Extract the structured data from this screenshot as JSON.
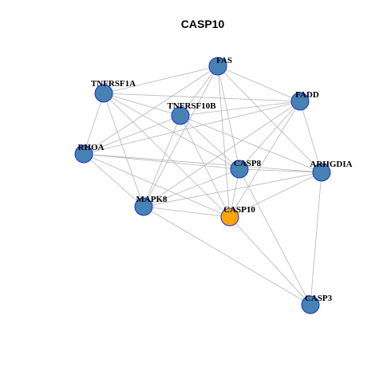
{
  "title": "CASP10",
  "colors": {
    "node_default": "#4682b4",
    "node_focus": "#ffa500",
    "node_border": "#1c2fd1",
    "edge": "#b4b4b4"
  },
  "network": {
    "focus": "CASP10",
    "nodes": [
      "FAS",
      "TNFRSF1A",
      "FADD",
      "TNFRSF10B",
      "RHOA",
      "CASP8",
      "ARHGDIA",
      "MAPK8",
      "CASP10",
      "CASP3"
    ],
    "edges": [
      [
        "FAS",
        "TNFRSF1A"
      ],
      [
        "FAS",
        "FADD"
      ],
      [
        "FAS",
        "TNFRSF10B"
      ],
      [
        "FAS",
        "RHOA"
      ],
      [
        "FAS",
        "CASP8"
      ],
      [
        "FAS",
        "ARHGDIA"
      ],
      [
        "FAS",
        "MAPK8"
      ],
      [
        "FAS",
        "CASP10"
      ],
      [
        "TNFRSF1A",
        "FADD"
      ],
      [
        "TNFRSF1A",
        "TNFRSF10B"
      ],
      [
        "TNFRSF1A",
        "RHOA"
      ],
      [
        "TNFRSF1A",
        "CASP8"
      ],
      [
        "TNFRSF1A",
        "MAPK8"
      ],
      [
        "TNFRSF1A",
        "CASP10"
      ],
      [
        "FADD",
        "TNFRSF10B"
      ],
      [
        "FADD",
        "RHOA"
      ],
      [
        "FADD",
        "CASP8"
      ],
      [
        "FADD",
        "ARHGDIA"
      ],
      [
        "FADD",
        "MAPK8"
      ],
      [
        "FADD",
        "CASP10"
      ],
      [
        "TNFRSF10B",
        "RHOA"
      ],
      [
        "TNFRSF10B",
        "CASP8"
      ],
      [
        "TNFRSF10B",
        "ARHGDIA"
      ],
      [
        "TNFRSF10B",
        "MAPK8"
      ],
      [
        "TNFRSF10B",
        "CASP10"
      ],
      [
        "RHOA",
        "CASP8"
      ],
      [
        "RHOA",
        "ARHGDIA"
      ],
      [
        "RHOA",
        "MAPK8"
      ],
      [
        "RHOA",
        "CASP10"
      ],
      [
        "CASP8",
        "ARHGDIA"
      ],
      [
        "CASP8",
        "MAPK8"
      ],
      [
        "CASP8",
        "CASP10"
      ],
      [
        "CASP8",
        "CASP3"
      ],
      [
        "ARHGDIA",
        "MAPK8"
      ],
      [
        "ARHGDIA",
        "CASP10"
      ],
      [
        "ARHGDIA",
        "CASP3"
      ],
      [
        "MAPK8",
        "CASP10"
      ],
      [
        "MAPK8",
        "CASP3"
      ],
      [
        "CASP10",
        "CASP3"
      ]
    ]
  }
}
